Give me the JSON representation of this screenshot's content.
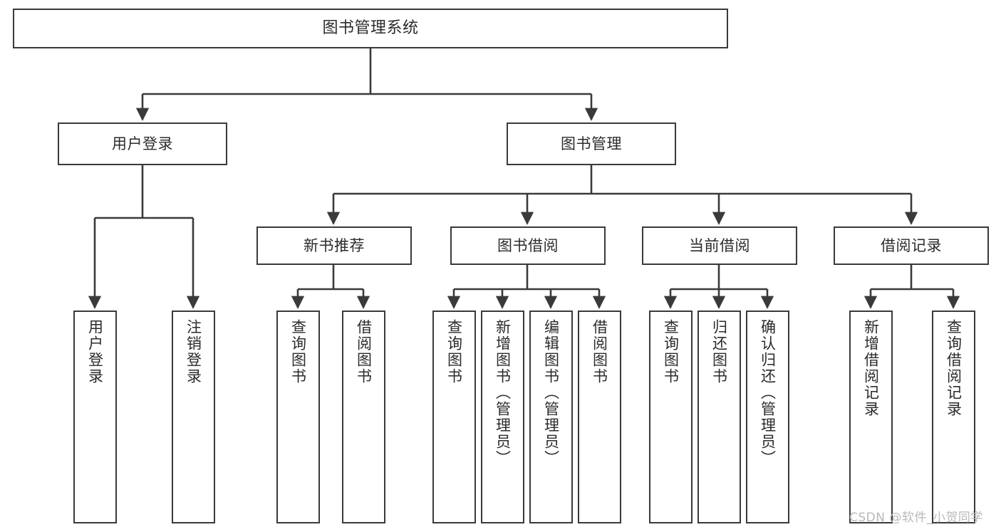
{
  "diagram": {
    "title": "图书管理系统",
    "type": "functional-structure-tree",
    "watermark": "CSDN @软件_小贺同学",
    "colors": {
      "node_border": "#3a3a3a",
      "node_fill": "#ffffff",
      "edge": "#3a3a3a",
      "text": "#2b2b2b",
      "watermark": "#b9b9b9",
      "background": "#ffffff"
    },
    "nodes": {
      "root": {
        "label": "图书管理系统"
      },
      "level1": [
        {
          "label": "用户登录"
        },
        {
          "label": "图书管理"
        }
      ],
      "level2": [
        {
          "label": "新书推荐"
        },
        {
          "label": "图书借阅"
        },
        {
          "label": "当前借阅"
        },
        {
          "label": "借阅记录"
        }
      ],
      "leaves": {
        "user_login": [
          {
            "label": "用户登录"
          },
          {
            "label": "注销登录"
          }
        ],
        "new_book_recommend": [
          {
            "label": "查询图书"
          },
          {
            "label": "借阅图书"
          }
        ],
        "book_borrow": [
          {
            "label": "查询图书"
          },
          {
            "label": "新增图书（管理员）"
          },
          {
            "label": "编辑图书（管理员）"
          },
          {
            "label": "借阅图书"
          }
        ],
        "current_borrow": [
          {
            "label": "查询图书"
          },
          {
            "label": "归还图书"
          },
          {
            "label": "确认归还（管理员）"
          }
        ],
        "borrow_record": [
          {
            "label": "新增借阅记录"
          },
          {
            "label": "查询借阅记录"
          }
        ]
      }
    }
  }
}
